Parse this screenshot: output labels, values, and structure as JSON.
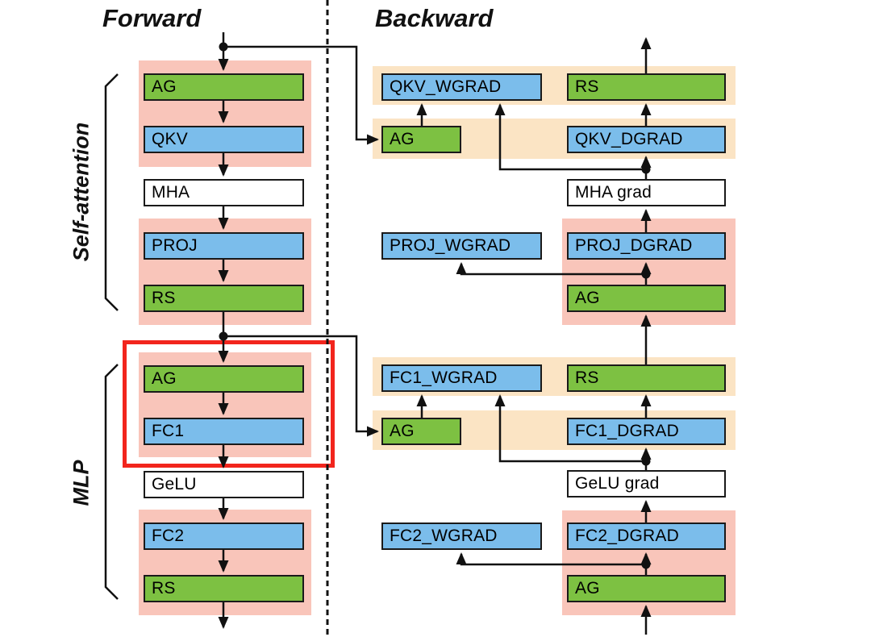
{
  "headers": {
    "forward": "Forward",
    "backward": "Backward"
  },
  "group_labels": {
    "self_attention": "Self-attention",
    "mlp": "MLP"
  },
  "colors": {
    "comm_green": "#7dc142",
    "gemm_blue": "#7bbdeb",
    "plain_white": "#ffffff",
    "forward_group_pink": "#f9c5ba",
    "backward_group_orange": "#fbe4c4",
    "highlight_red": "#f2251d",
    "line_black": "#111111"
  },
  "forward": {
    "ag1": "AG",
    "qkv": "QKV",
    "mha": "MHA",
    "proj": "PROJ",
    "rs1": "RS",
    "ag2": "AG",
    "fc1": "FC1",
    "gelu": "GeLU",
    "fc2": "FC2",
    "rs2": "RS"
  },
  "backward": {
    "qkv_wgrad": "QKV_WGRAD",
    "rs1": "RS",
    "ag1": "AG",
    "qkv_dgrad": "QKV_DGRAD",
    "mha_grad": "MHA grad",
    "proj_wgrad": "PROJ_WGRAD",
    "proj_dgrad": "PROJ_DGRAD",
    "ag2": "AG",
    "fc1_wgrad": "FC1_WGRAD",
    "rs2": "RS",
    "ag3": "AG",
    "fc1_dgrad": "FC1_DGRAD",
    "gelu_grad": "GeLU grad",
    "fc2_wgrad": "FC2_WGRAD",
    "fc2_dgrad": "FC2_DGRAD",
    "ag4": "AG"
  }
}
